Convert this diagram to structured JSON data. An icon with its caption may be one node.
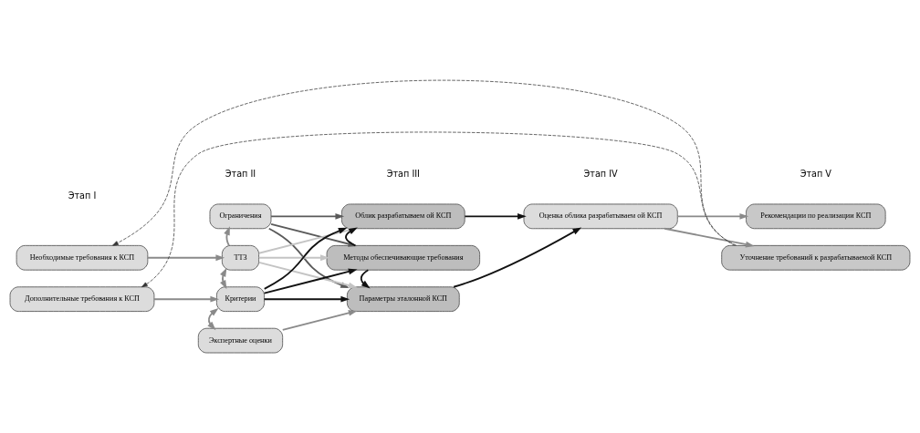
{
  "diagram": {
    "nodes": [
      {
        "text": [
          "Необходимые требования к КСП"
        ]
      },
      {
        "text": [
          "Дополнительные требования к КСП"
        ]
      },
      {
        "text": [
          "Ограничения"
        ]
      },
      {
        "text": [
          "ТТЗ"
        ]
      },
      {
        "text": [
          "Критерии"
        ]
      },
      {
        "text": [
          "Экспертные оценки"
        ]
      },
      {
        "text": [
          "Облик разрабатываем ой КСП"
        ]
      },
      {
        "text": [
          "Методы обеспечивающие требования"
        ]
      },
      {
        "text": [
          "Параметры эталонной КСП"
        ]
      },
      {
        "text": [
          "Оценка облика разрабатываем ой КСП"
        ]
      },
      {
        "text": [
          "Рекомендации по реализации КСП"
        ]
      },
      {
        "text": [
          "Уточнение требований к разрабатываемой КСП"
        ]
      }
    ],
    "edges": [
      {
        "from": 0,
        "to": 3,
        "arrow": "to"
      },
      {
        "from": 1,
        "to": 4,
        "arrow": "to"
      },
      {
        "from": 3,
        "to": 2,
        "arrow": "to"
      },
      {
        "from": 3,
        "to": 4,
        "arrow": "both"
      },
      {
        "from": 4,
        "to": 5,
        "arrow": "both"
      },
      {
        "from": 2,
        "to": 6,
        "arrow": "to",
        "color": "#5a5a5a"
      },
      {
        "from": 2,
        "to": 7,
        "arrow": "to",
        "color": "#5a5a5a"
      },
      {
        "from": 2,
        "to": 8,
        "arrow": "to",
        "color": "#5a5a5a"
      },
      {
        "from": 3,
        "to": 6,
        "arrow": "to",
        "color": "#c4c4c4"
      },
      {
        "from": 3,
        "to": 7,
        "arrow": "to",
        "color": "#c4c4c4"
      },
      {
        "from": 3,
        "to": 8,
        "arrow": "to",
        "color": "#c4c4c4"
      },
      {
        "from": 4,
        "to": 6,
        "arrow": "to",
        "color": "#111111"
      },
      {
        "from": 4,
        "to": 7,
        "arrow": "to",
        "color": "#111111"
      },
      {
        "from": 4,
        "to": 8,
        "arrow": "to",
        "color": "#111111"
      },
      {
        "from": 5,
        "to": 8,
        "arrow": "to"
      },
      {
        "from": 7,
        "to": 6,
        "arrow": "to",
        "color": "#111111"
      },
      {
        "from": 7,
        "to": 8,
        "arrow": "to",
        "color": "#111111"
      },
      {
        "from": 6,
        "to": 9,
        "arrow": "to",
        "color": "#111111"
      },
      {
        "from": 8,
        "to": 9,
        "arrow": "to",
        "color": "#111111"
      },
      {
        "from": 9,
        "to": 10,
        "arrow": "to"
      },
      {
        "from": 9,
        "to": 11,
        "arrow": "to"
      },
      {
        "from": 11,
        "to": 0,
        "arrow": "to",
        "style": "dashed",
        "color": "#333333"
      },
      {
        "from": 11,
        "to": 1,
        "arrow": "to",
        "style": "dashed",
        "color": "#333333"
      }
    ],
    "labels": [
      "Этап I",
      "Этап II",
      "Этап III",
      "Этап IV",
      "Этап V"
    ]
  }
}
